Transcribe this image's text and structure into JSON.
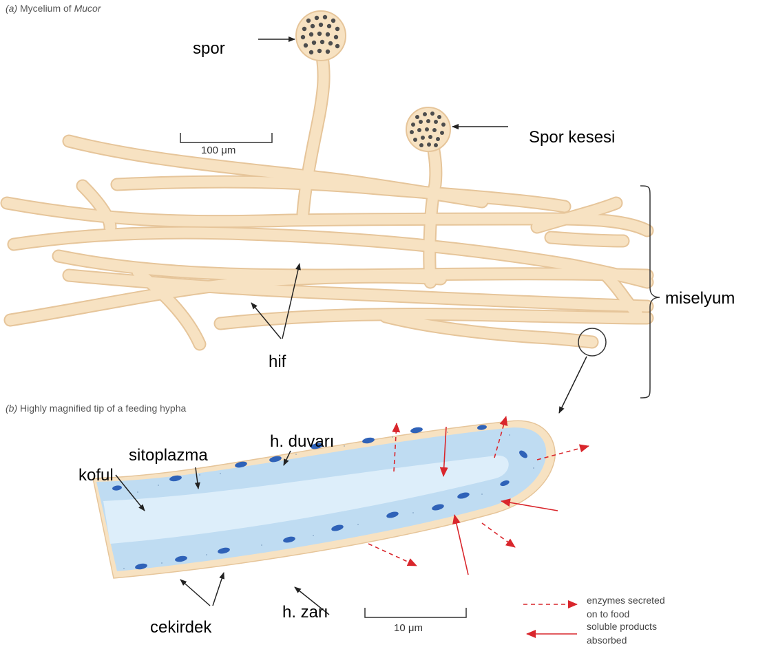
{
  "panel_a": {
    "caption_letter": "(a)",
    "caption_text": "Mycelium of",
    "caption_genus": "Mucor",
    "scale_bar": "100 μm"
  },
  "panel_b": {
    "caption_letter": "(b)",
    "caption_text": "Highly magnified tip of a feeding hypha",
    "scale_bar": "10 μm"
  },
  "labels": {
    "spor": "spor",
    "spor_kesesi": "Spor kesesi",
    "miselyum": "miselyum",
    "hif": "hif",
    "sitoplazma": "sitoplazma",
    "h_duvari": "h. duvarı",
    "koful": "koful",
    "h_zari": "h. zarı",
    "cekirdek": "cekirdek"
  },
  "legend": {
    "secreted": "enzymes secreted\non to food",
    "absorbed": "soluble products\nabsorbed"
  },
  "colors": {
    "hypha_fill": "#f7e2c2",
    "hypha_edge": "#e6c59a",
    "spore": "#4d4d4d",
    "cytoplasm": "#bfdcf2",
    "vacuole": "#ddeefa",
    "nucleus": "#2f62b8",
    "arrow_red": "#d9262c"
  }
}
